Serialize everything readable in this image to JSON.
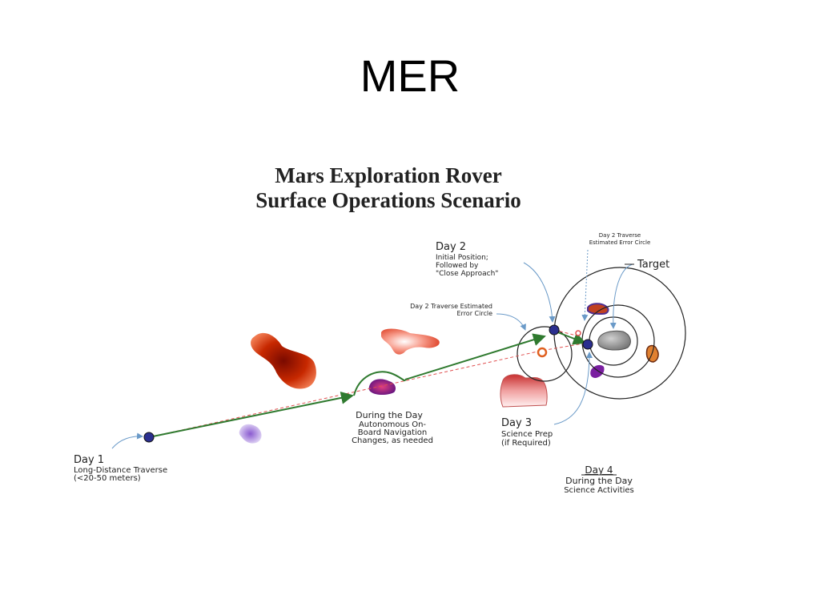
{
  "slide": {
    "title": "MER"
  },
  "diagram": {
    "title_line1": "Mars Exploration Rover",
    "title_line2": "Surface Operations Scenario",
    "labels": {
      "day1": {
        "heading": "Day 1",
        "line1": "Long-Distance Traverse",
        "line2": "(<20-50 meters)"
      },
      "during_day": {
        "line1": "During the Day",
        "line2": "Autonomous On-",
        "line3": "Board Navigation",
        "line4": "Changes, as needed"
      },
      "traverse_circle": {
        "line1": "Day 2 Traverse Estimated",
        "line2": "Error Circle"
      },
      "day2": {
        "heading": "Day 2",
        "line1": "Initial Position;",
        "line2": "Followed by",
        "line3": "\"Close Approach\""
      },
      "day2_error_circle": {
        "line1": "Day 2 Traverse",
        "line2": "Estimated Error Circle"
      },
      "target": "Target",
      "day3": {
        "heading": "Day 3",
        "line1": "Science Prep",
        "line2": "(if Required)"
      },
      "day4": {
        "heading": "Day 4",
        "line1": "During the Day",
        "line2": "Science Activities"
      }
    },
    "colors": {
      "path": "#2f7a2f",
      "dashed_path": "#e05050",
      "rover_marker": "#2b2f8f",
      "rock_dark_red": "#b81e00",
      "rock_salmon": "#f08070",
      "rock_purple": "#8a1ea0",
      "rock_grey": "#9a9a9a",
      "callout_arrow": "#6a9ac8"
    }
  }
}
